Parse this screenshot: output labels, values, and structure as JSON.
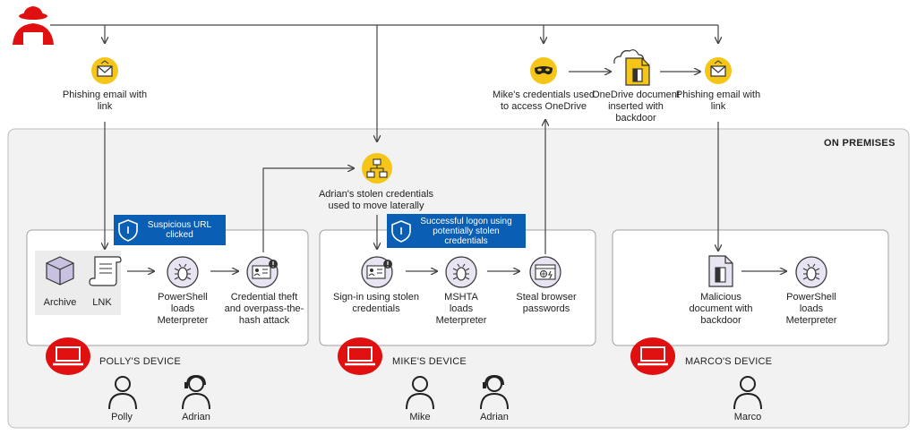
{
  "zone": {
    "label": "ON PREMISES"
  },
  "devices": {
    "polly": "POLLY'S DEVICE",
    "mike": "MIKE'S DEVICE",
    "marco": "MARCO'S DEVICE"
  },
  "alerts": {
    "url": "Suspicious URL clicked",
    "logon": "Successful logon using potentially stolen credentials"
  },
  "nodes": {
    "phish1": "Phishing email with link",
    "adrian_creds": "Adrian's stolen credentials used to move laterally",
    "mike_od": "Mike's credentials used to access OneDrive",
    "onedrive": "OneDrive document inserted with backdoor",
    "phish2": "Phishing email with link",
    "archive": "Archive",
    "lnk": "LNK",
    "ps1": "PowerShell loads Meterpreter",
    "cred_theft": "Credential theft and overpass-the-hash attack",
    "signin": "Sign-in using stolen credentials",
    "mshta": "MSHTA loads Meterpreter",
    "browser": "Steal browser passwords",
    "malicious": "Malicious document with backdoor",
    "ps2": "PowerShell loads Meterpreter"
  },
  "people": {
    "polly": "Polly",
    "adrian1": "Adrian",
    "mike": "Mike",
    "adrian2": "Adrian",
    "marco": "Marco"
  },
  "colors": {
    "accent": "#f5c518",
    "attacker": "#e01010",
    "alert": "#0a5fb4",
    "device_icon": "#e8e4f2",
    "zone_bg": "#f2f2f2"
  }
}
